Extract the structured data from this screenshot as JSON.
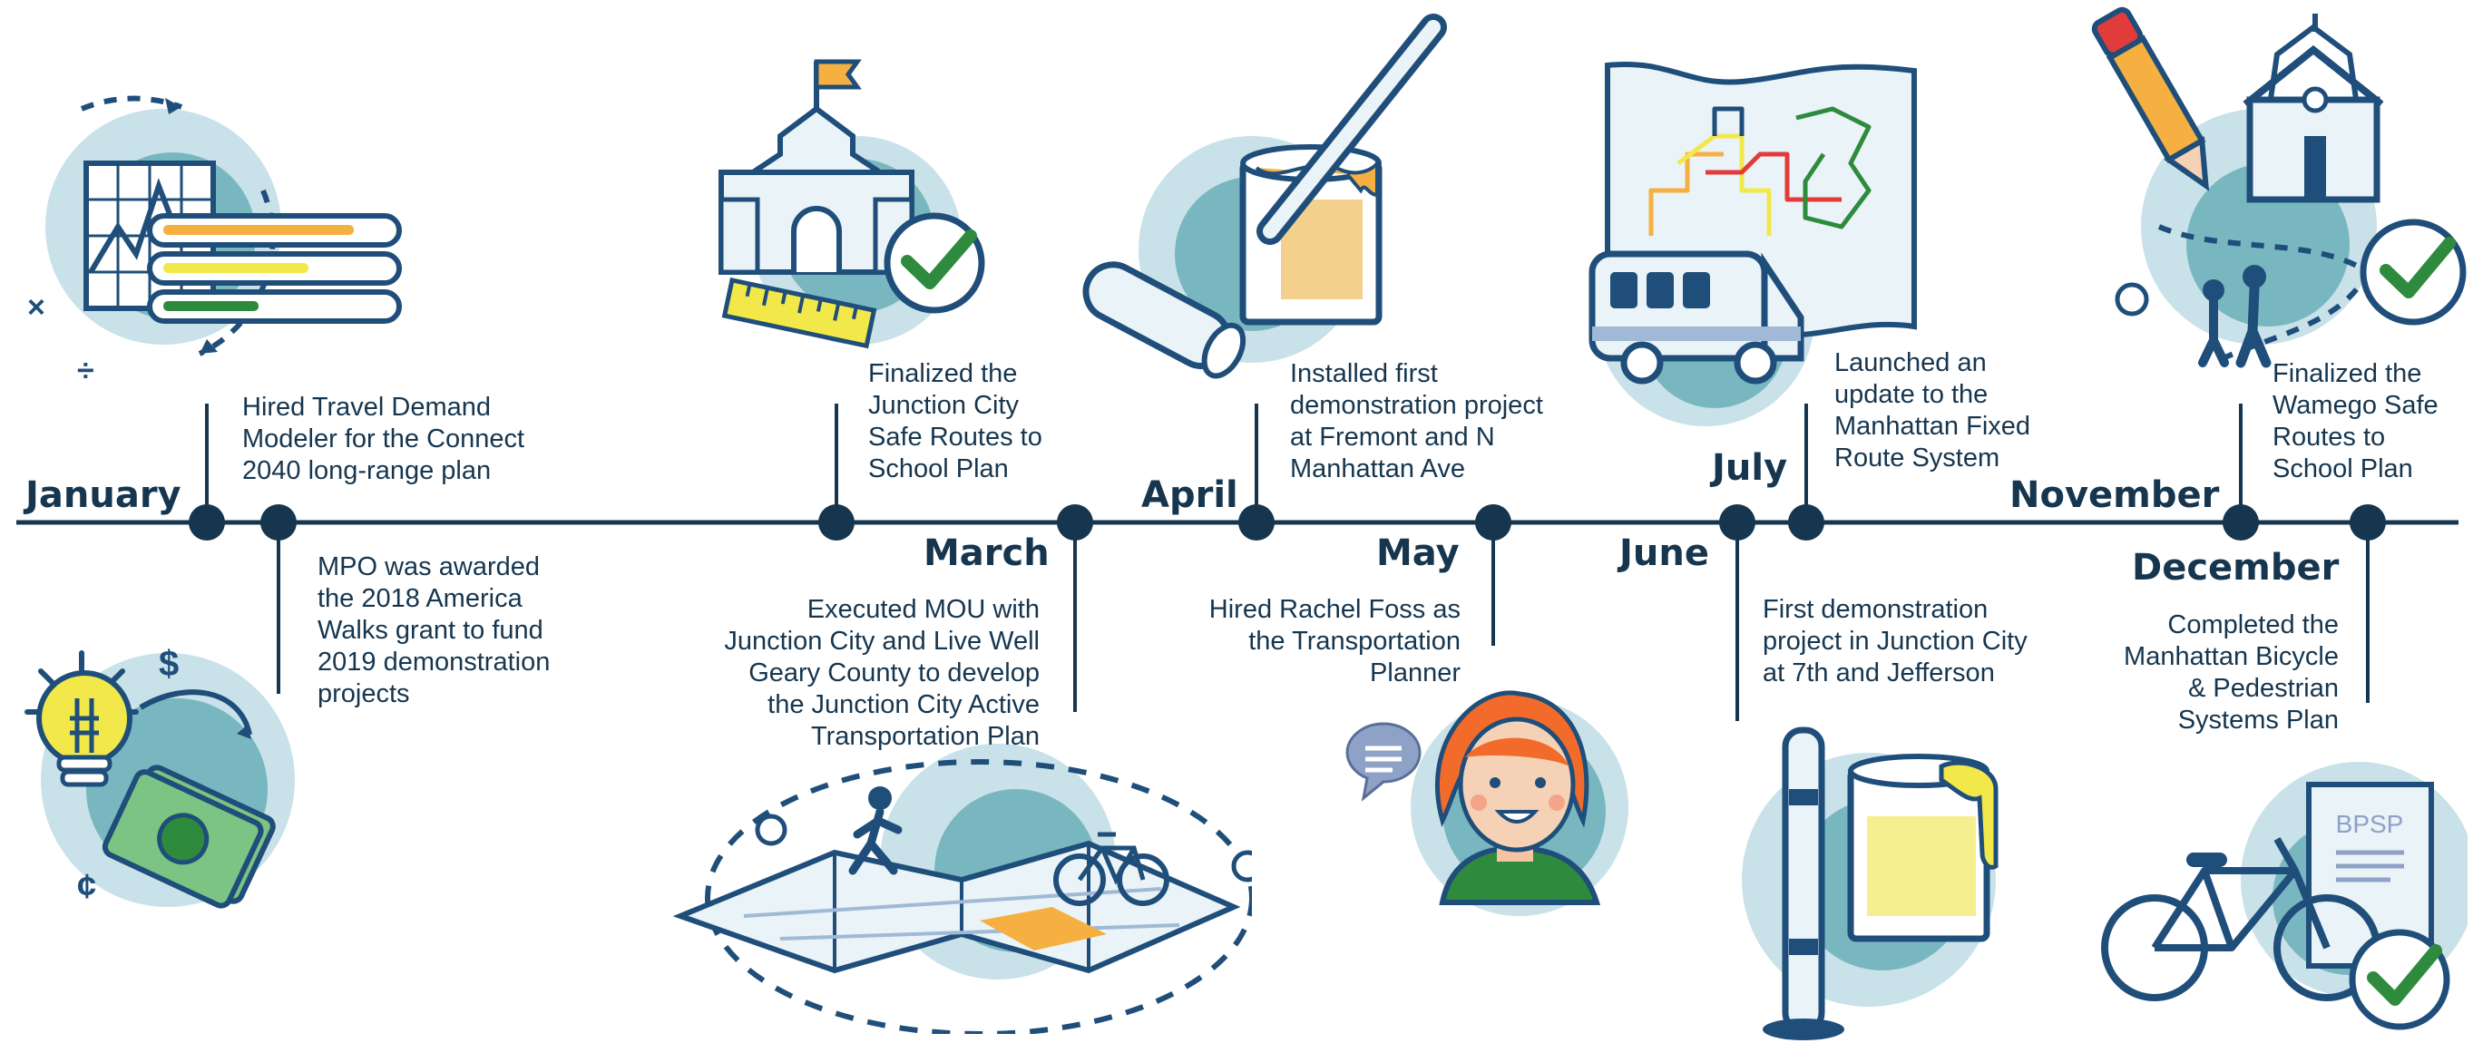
{
  "months": {
    "january": "January",
    "march": "March",
    "april": "April",
    "may": "May",
    "june": "June",
    "july": "July",
    "november": "November",
    "december": "December"
  },
  "events": {
    "jan_travel_modeler": [
      "Hired Travel Demand",
      "Modeler for the Connect",
      "2040 long-range plan"
    ],
    "jan_walks_grant": [
      "MPO was awarded",
      "the 2018 America",
      "Walks grant to fund",
      "2019 demonstration",
      "projects"
    ],
    "mar_junction_srts": [
      "Finalized the",
      "Junction City",
      "Safe Routes to",
      "School Plan"
    ],
    "mar_mou": [
      "Executed MOU with",
      "Junction City and Live Well",
      "Geary County to develop",
      "the Junction City Active",
      "Transportation Plan"
    ],
    "apr_demo_project": [
      "Installed first",
      "demonstration project",
      "at Fremont and N",
      "Manhattan Ave"
    ],
    "may_hired_planner": [
      "Hired Rachel Foss as",
      "the Transportation",
      "Planner"
    ],
    "june_demo_junction": [
      "First demonstration",
      "project in Junction City",
      "at 7th and Jefferson"
    ],
    "july_fixed_route": [
      "Launched an",
      "update to the",
      "Manhattan Fixed",
      "Route System"
    ],
    "nov_wamego_srts": [
      "Finalized the",
      "Wamego Safe",
      "Routes to",
      "School Plan"
    ],
    "dec_bicycle_plan": [
      "Completed the",
      "Manhattan Bicycle",
      "& Pedestrian",
      "Systems Plan"
    ]
  },
  "icons": {
    "chart": "chart-icon",
    "lightbulb_money": "lightbulb-money-icon",
    "school_check": "school-check-icon",
    "map_walk_bike": "map-walk-bike-icon",
    "paint_roller": "paint-roller-icon",
    "planner_avatar": "planner-avatar-icon",
    "bollard_paint": "bollard-paint-icon",
    "transit_map_bus": "transit-map-bus-icon",
    "pencil_school": "pencil-school-icon",
    "bicycle_plan": "bicycle-plan-icon",
    "document_label": "BPSP"
  },
  "colors": {
    "navy": "#16364f",
    "outline": "#1f4e7a",
    "teal": "#78b7c0",
    "teal_light": "#c9e1e8",
    "check_green": "#2e8b3d",
    "yellow": "#f2e84a",
    "orange": "#f5b041"
  }
}
